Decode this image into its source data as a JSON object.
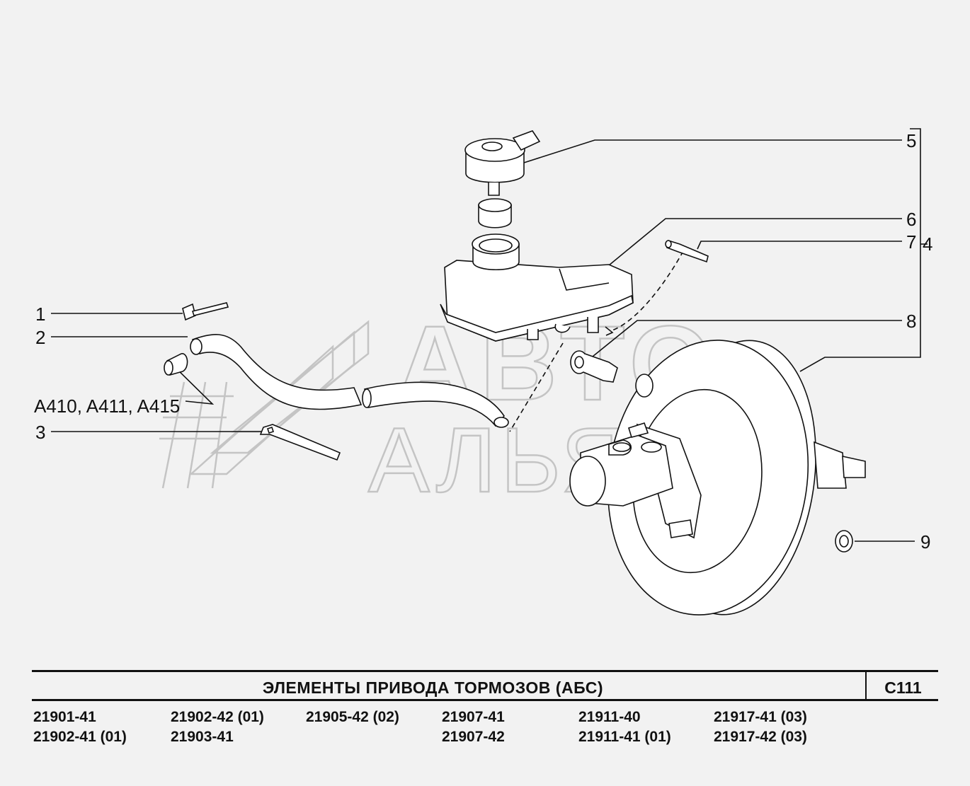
{
  "callouts": {
    "c1": "1",
    "c2": "2",
    "c3": "3",
    "c4": "4",
    "c5": "5",
    "c6": "6",
    "c7": "7",
    "c8": "8",
    "c9": "9",
    "variants": "A410, A411, A415"
  },
  "watermark": {
    "line1": "АВТО",
    "line2": "АЛЬЯНС"
  },
  "title": "ЭЛЕМЕНТЫ  ПРИВОДА  ТОРМОЗОВ  (АБС)",
  "code": "C111",
  "models": {
    "col1": [
      "21901-41",
      "21902-41 (01)"
    ],
    "col2": [
      "21902-42 (01)",
      "21903-41"
    ],
    "col3": [
      "21905-42 (02)"
    ],
    "col4": [
      "21907-41",
      "21907-42"
    ],
    "col5": [
      "21911-40",
      "21911-41 (01)"
    ],
    "col6": [
      "21917-41 (03)",
      "21917-42 (03)"
    ]
  },
  "colors": {
    "line": "#111111",
    "background": "#f2f2f2",
    "watermark": "#c9c9c9"
  }
}
